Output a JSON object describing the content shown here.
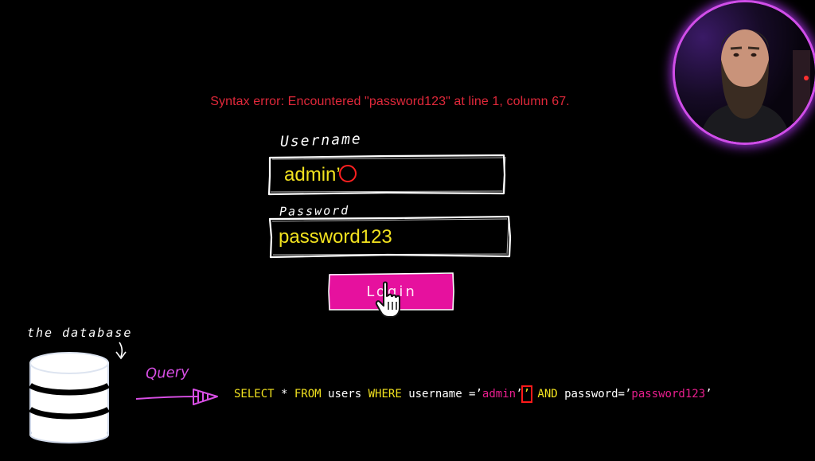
{
  "error_message": "Syntax error: Encountered \"password123\" at line 1, column 67.",
  "form": {
    "username_label": "Username",
    "username_value": "admin’",
    "password_label": "Password",
    "password_value": "password123",
    "login_button_label": "Login"
  },
  "diagram": {
    "database_label": "the database",
    "query_label": "Query"
  },
  "sql": {
    "kw_select": "SELECT",
    "star": " * ",
    "kw_from": "FROM",
    "table": " users ",
    "kw_where": "WHERE",
    "username_col": " username =’",
    "username_val": "admin",
    "quote_close": "’",
    "injected_quote": "’",
    "kw_and": "AND",
    "password_col": " password=’",
    "password_val": "password123",
    "end_quote": "’"
  },
  "colors": {
    "background": "#000000",
    "error": "#e0283a",
    "input_text": "#f2e21f",
    "login_button": "#e6119e",
    "query_label": "#d94fe6",
    "sql_keyword": "#f2e21f",
    "sql_string": "#e91e8e",
    "highlight_box": "#ff1a1a",
    "webcam_ring": "#d04ee8"
  },
  "icons": {
    "cursor": "hand-pointer-icon",
    "database": "database-icon",
    "arrow": "arrow-icon"
  }
}
